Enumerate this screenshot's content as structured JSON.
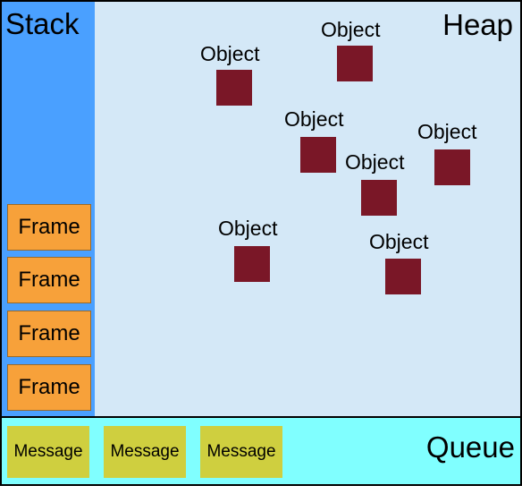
{
  "stack": {
    "title": "Stack",
    "frames": [
      "Frame",
      "Frame",
      "Frame",
      "Frame"
    ]
  },
  "heap": {
    "title": "Heap",
    "objects": [
      "Object",
      "Object",
      "Object",
      "Object",
      "Object",
      "Object",
      "Object"
    ]
  },
  "queue": {
    "title": "Queue",
    "messages": [
      "Message",
      "Message",
      "Message"
    ]
  },
  "colors": {
    "stack": "#4aa0ff",
    "heap": "#d4e8f7",
    "queue": "#80ffff",
    "frame": "#f7a13a",
    "object": "#7a1727",
    "message": "#cfcf3f"
  }
}
